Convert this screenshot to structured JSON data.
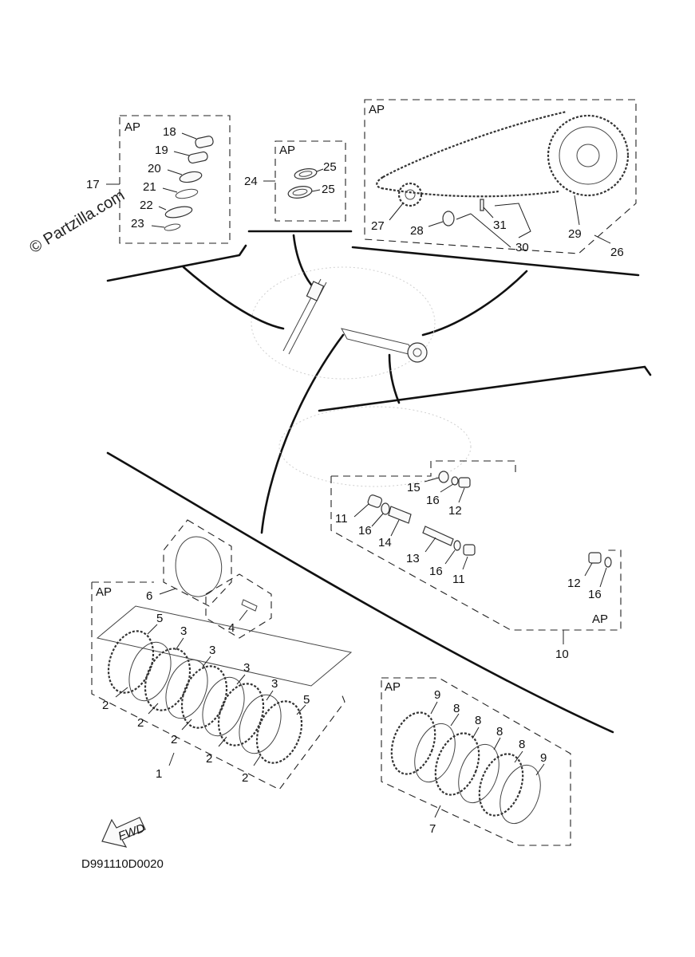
{
  "watermark": "© Partzilla.com",
  "diagram_code": "D991110D0020",
  "ap_label": "AP",
  "fwd_label": "FWD",
  "callouts": {
    "c1": "1",
    "c2a": "2",
    "c2b": "2",
    "c2c": "2",
    "c2d": "2",
    "c2e": "2",
    "c3a": "3",
    "c3b": "3",
    "c3c": "3",
    "c3d": "3",
    "c4": "4",
    "c5a": "5",
    "c5b": "5",
    "c6": "6",
    "c7": "7",
    "c8a": "8",
    "c8b": "8",
    "c8c": "8",
    "c8d": "8",
    "c9a": "9",
    "c9b": "9",
    "c10": "10",
    "c11a": "11",
    "c11b": "11",
    "c12a": "12",
    "c12b": "12",
    "c13": "13",
    "c14": "14",
    "c15": "15",
    "c16a": "16",
    "c16b": "16",
    "c16c": "16",
    "c16d": "16",
    "c17": "17",
    "c18": "18",
    "c19": "19",
    "c20": "20",
    "c21": "21",
    "c22": "22",
    "c23": "23",
    "c24": "24",
    "c25a": "25",
    "c25b": "25",
    "c26": "26",
    "c27": "27",
    "c28": "28",
    "c29": "29",
    "c30": "30",
    "c31": "31"
  }
}
